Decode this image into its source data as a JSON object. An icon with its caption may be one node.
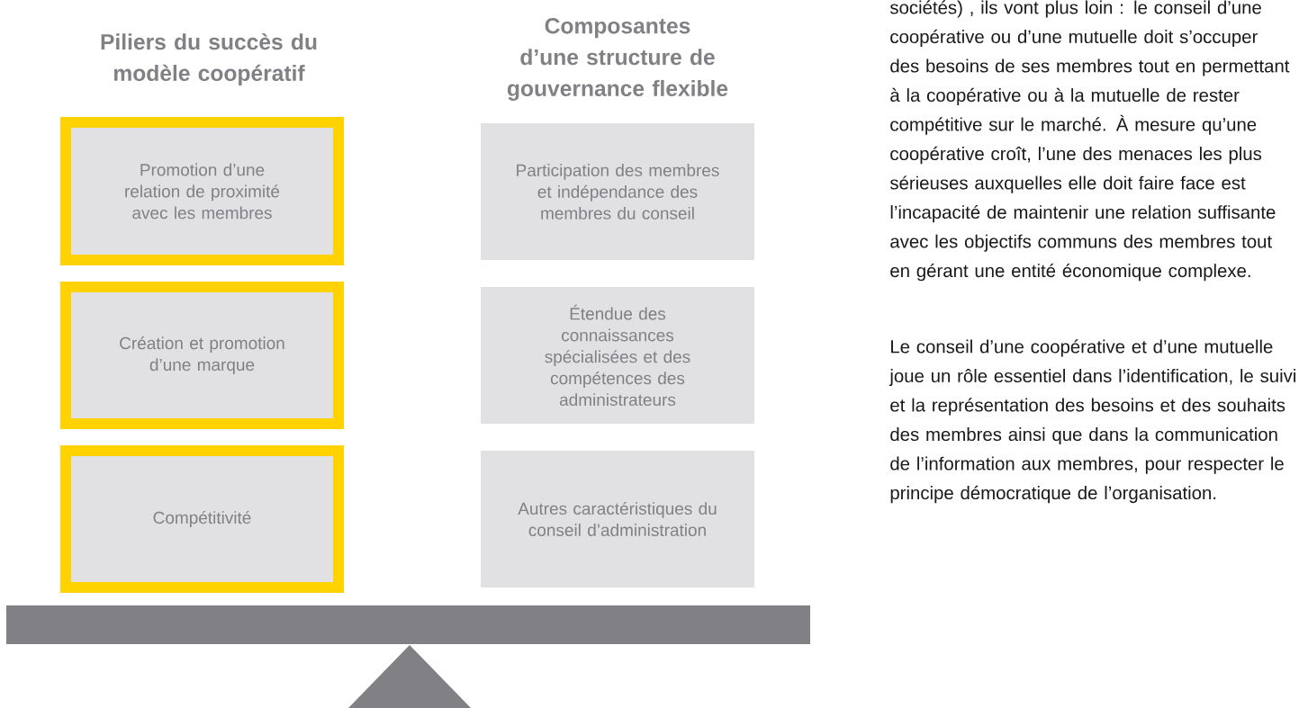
{
  "diagram": {
    "nodes": [
      {
        "text": [
          "Promotion d’une relation de proximité avec les membres"
        ]
      },
      {
        "text": [
          "Création et promotion d’une marque"
        ]
      },
      {
        "text": [
          "Compétitivité"
        ]
      },
      {
        "text": [
          "Participation des membres et indépendance des membres du conseil"
        ]
      },
      {
        "text": [
          "Étendue des connaissances spécialisées et des compétences des administrateurs"
        ]
      },
      {
        "text": [
          "Autres caractéristiques du conseil d’administration"
        ]
      }
    ],
    "labels": [
      "Piliers du succès du modèle coopératif",
      "Composantes d’une structure de gouvernance flexible",
      "sociétés) , ils vont plus loin : le conseil d’une coopérative ou d’une mutuelle doit s’occuper des besoins de ses membres tout en permettant à la coopérative ou à la mutuelle de rester compétitive sur le marché. À mesure qu’une coopérative croît, l’une des menaces les plus sérieuses auxquelles elle doit faire face est l’incapacité de maintenir une relation suffisante avec les objectifs communs des membres tout en gérant une entité économique complexe.",
      "Le conseil d’une coopérative et d’une mutuelle joue un rôle essentiel dans l’identification, le suivi et la représentation des besoins et des souhaits des membres ainsi que dans la communication de l’information aux membres, pour respecter le principe démocratique de l’organisation."
    ]
  }
}
